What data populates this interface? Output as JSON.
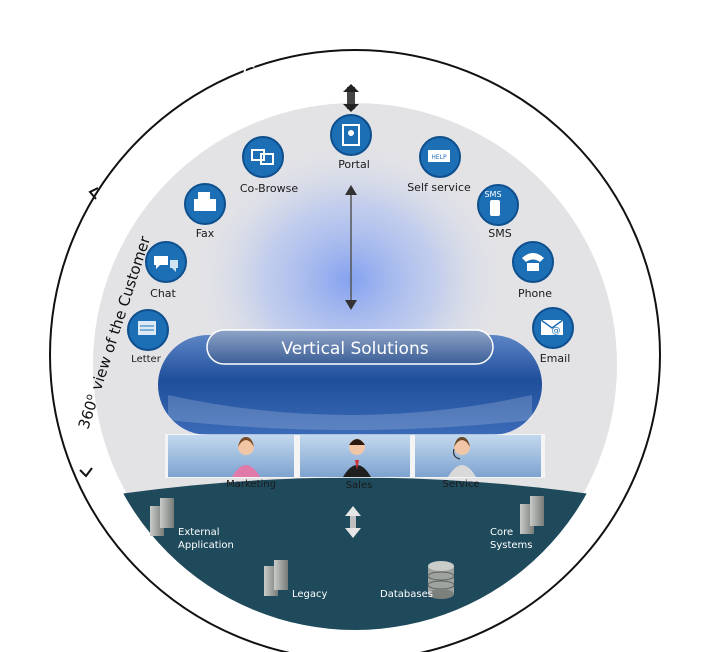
{
  "header": {
    "title": "Customer Touch Points"
  },
  "side_label": {
    "number": "360",
    "degree": "o",
    "text": "view of the Customer"
  },
  "channels": [
    {
      "name": "Letter",
      "icon": "letter-icon"
    },
    {
      "name": "Chat",
      "icon": "chat-icon"
    },
    {
      "name": "Fax",
      "icon": "fax-icon"
    },
    {
      "name": "Co-Browse",
      "icon": "co-browse-icon"
    },
    {
      "name": "Portal",
      "icon": "portal-icon"
    },
    {
      "name": "Self service",
      "icon": "help-icon",
      "icon_text": "HELP"
    },
    {
      "name": "SMS",
      "icon": "sms-icon",
      "icon_text": "SMS"
    },
    {
      "name": "Phone",
      "icon": "phone-icon"
    },
    {
      "name": "Email",
      "icon": "email-icon"
    }
  ],
  "vertical": {
    "title": "Vertical Solutions"
  },
  "departments": [
    {
      "name": "Marketing",
      "icon": "marketing-person-icon"
    },
    {
      "name": "Sales",
      "icon": "sales-person-icon"
    },
    {
      "name": "Service",
      "icon": "service-person-icon"
    }
  ],
  "backend": [
    {
      "name": "External Application",
      "lines": [
        "External",
        "Application"
      ],
      "icon": "server-icon"
    },
    {
      "name": "Legacy",
      "lines": [
        "Legacy"
      ],
      "icon": "server-icon"
    },
    {
      "name": "Databases",
      "lines": [
        "Databases"
      ],
      "icon": "database-icon"
    },
    {
      "name": "Core Systems",
      "lines": [
        "Core",
        "Systems"
      ],
      "icon": "server-icon"
    }
  ],
  "colors": {
    "band": "#1f4a5c",
    "icon_blue": "#1d6fb5",
    "inner_bg": "#e3e3e6",
    "glow": "#7f9ef0"
  }
}
